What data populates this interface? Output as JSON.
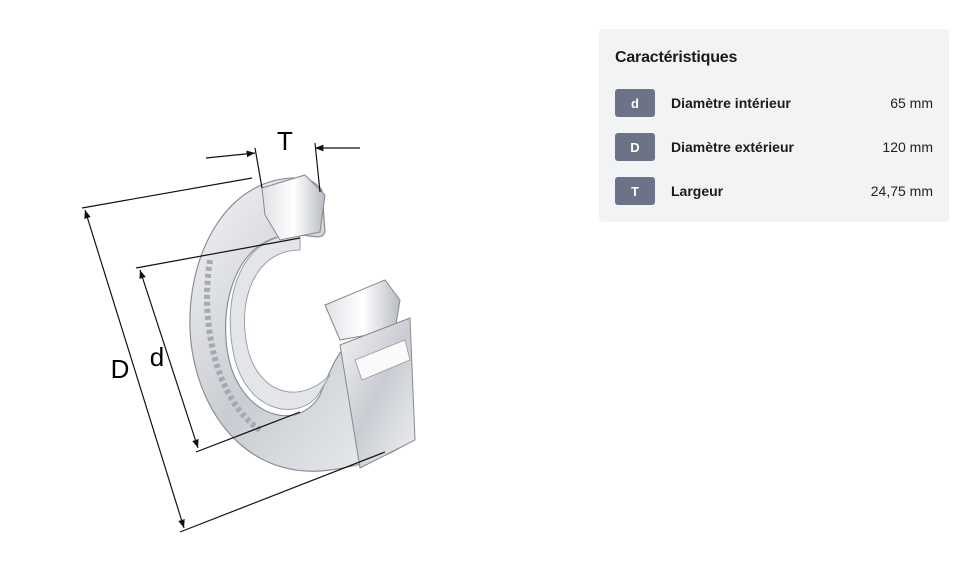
{
  "drawing": {
    "labels": {
      "outer_diameter": "D",
      "inner_diameter": "d",
      "width": "T"
    }
  },
  "characteristics": {
    "title": "Caractéristiques",
    "rows": [
      {
        "symbol": "d",
        "label": "Diamètre intérieur",
        "value": "65 mm"
      },
      {
        "symbol": "D",
        "label": "Diamètre extérieur",
        "value": "120 mm"
      },
      {
        "symbol": "T",
        "label": "Largeur",
        "value": "24,75 mm"
      }
    ]
  },
  "colors": {
    "panel_bg": "#f1f3f5",
    "badge_bg": "#6c7386"
  }
}
